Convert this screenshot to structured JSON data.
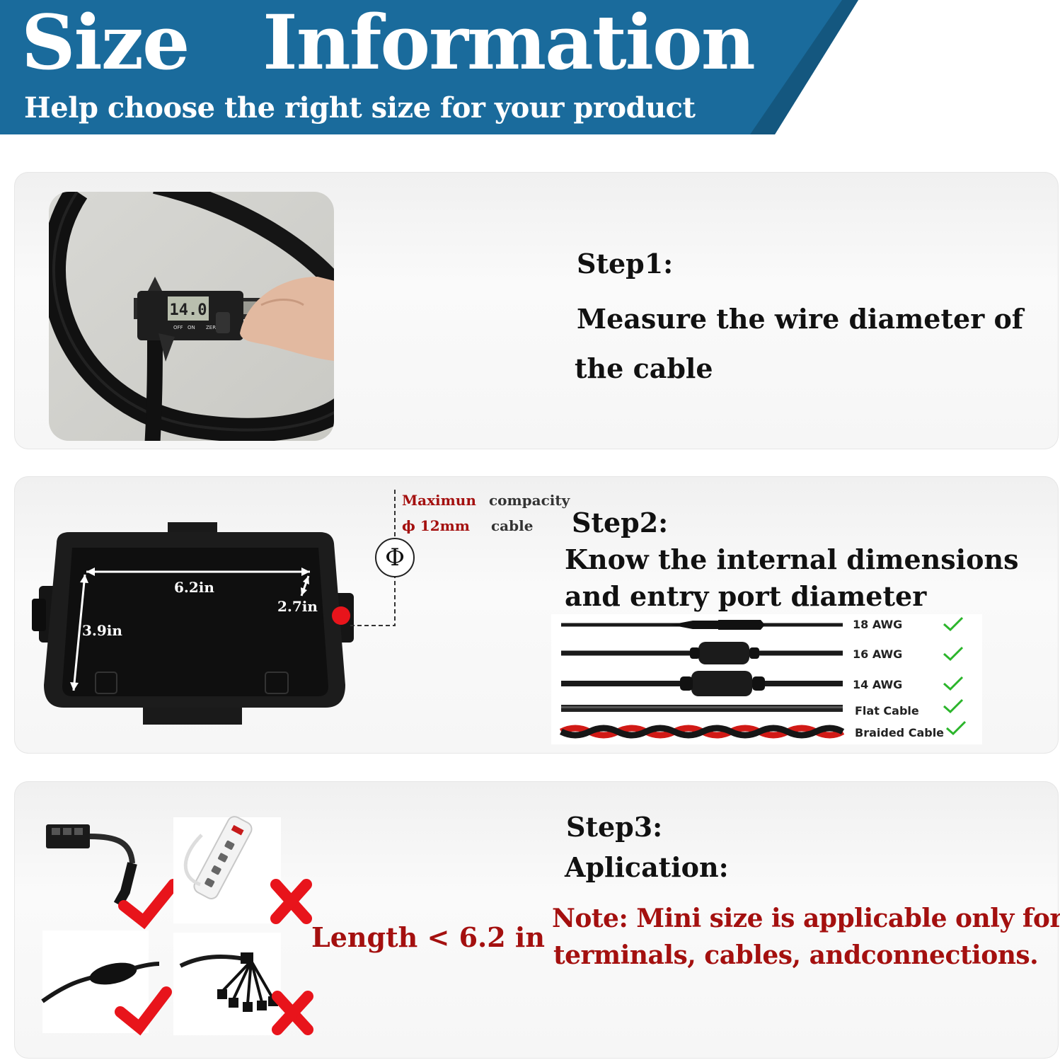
{
  "header": {
    "title": "Size   Information",
    "subtitle": "Help choose the right size for your product",
    "banner_color": "#1a6b9c"
  },
  "step1": {
    "heading": "Step1:",
    "line1": "Measure the wire diameter of",
    "line2": "the cable",
    "caliper_reading": "14.0",
    "caliper_labels": [
      "OFF",
      "ON",
      "ZERO"
    ]
  },
  "step2": {
    "heading": "Step2:",
    "line1": "Know the internal dimensions",
    "line2": "and entry port diameter",
    "capacity_label_red": "Maximun",
    "capacity_label": "compacity",
    "diameter_label_red": "ϕ 12mm",
    "diameter_label": "cable",
    "phi_symbol": "Φ",
    "dimensions": {
      "width": "6.2in",
      "depth": "2.7in",
      "height": "3.9in"
    },
    "cables": [
      {
        "label": "18 AWG",
        "ok": true
      },
      {
        "label": "16 AWG",
        "ok": true
      },
      {
        "label": "14 AWG",
        "ok": true
      },
      {
        "label": "Flat Cable",
        "ok": true
      },
      {
        "label": "Braided Cable",
        "ok": true
      }
    ]
  },
  "step3": {
    "heading": "Step3:",
    "subheading": "Aplication:",
    "length_note": "Length < 6.2 in",
    "note_line1": "Note: Mini size is applicable only for",
    "note_line2": "terminals, cables, andconnections.",
    "accent_red": "#a4100f",
    "mark_red": "#e8141b"
  }
}
